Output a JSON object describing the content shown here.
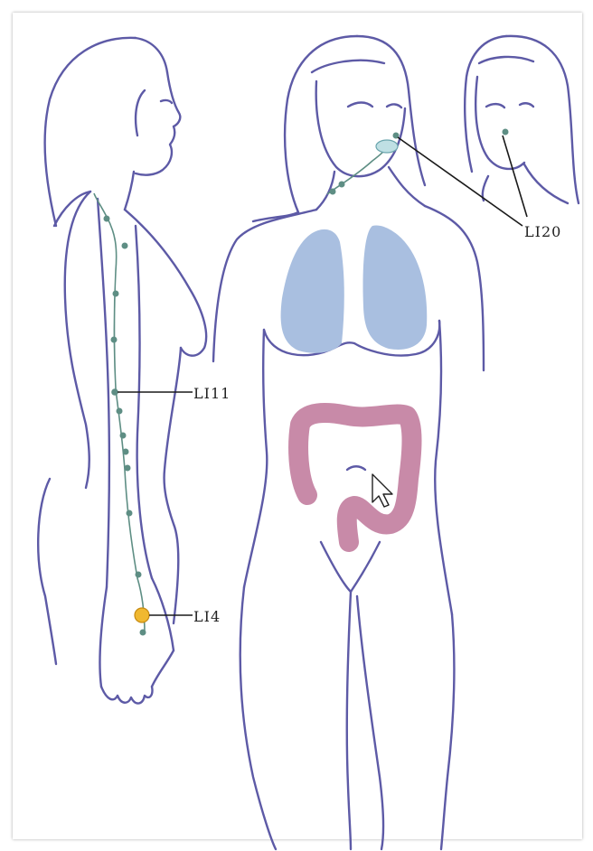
{
  "labels": {
    "li20": "LI20",
    "li11": "LI11",
    "li4": "LI4"
  },
  "colors": {
    "outline": "#5d5aa6",
    "meridian": "#5e8e84",
    "lung": "#a9bfe0",
    "colon": "#c88aa8",
    "point_highlight": "#f0b830",
    "leader_line": "#1a1a1a"
  },
  "icons": {
    "cursor": "mouse-pointer-icon"
  }
}
